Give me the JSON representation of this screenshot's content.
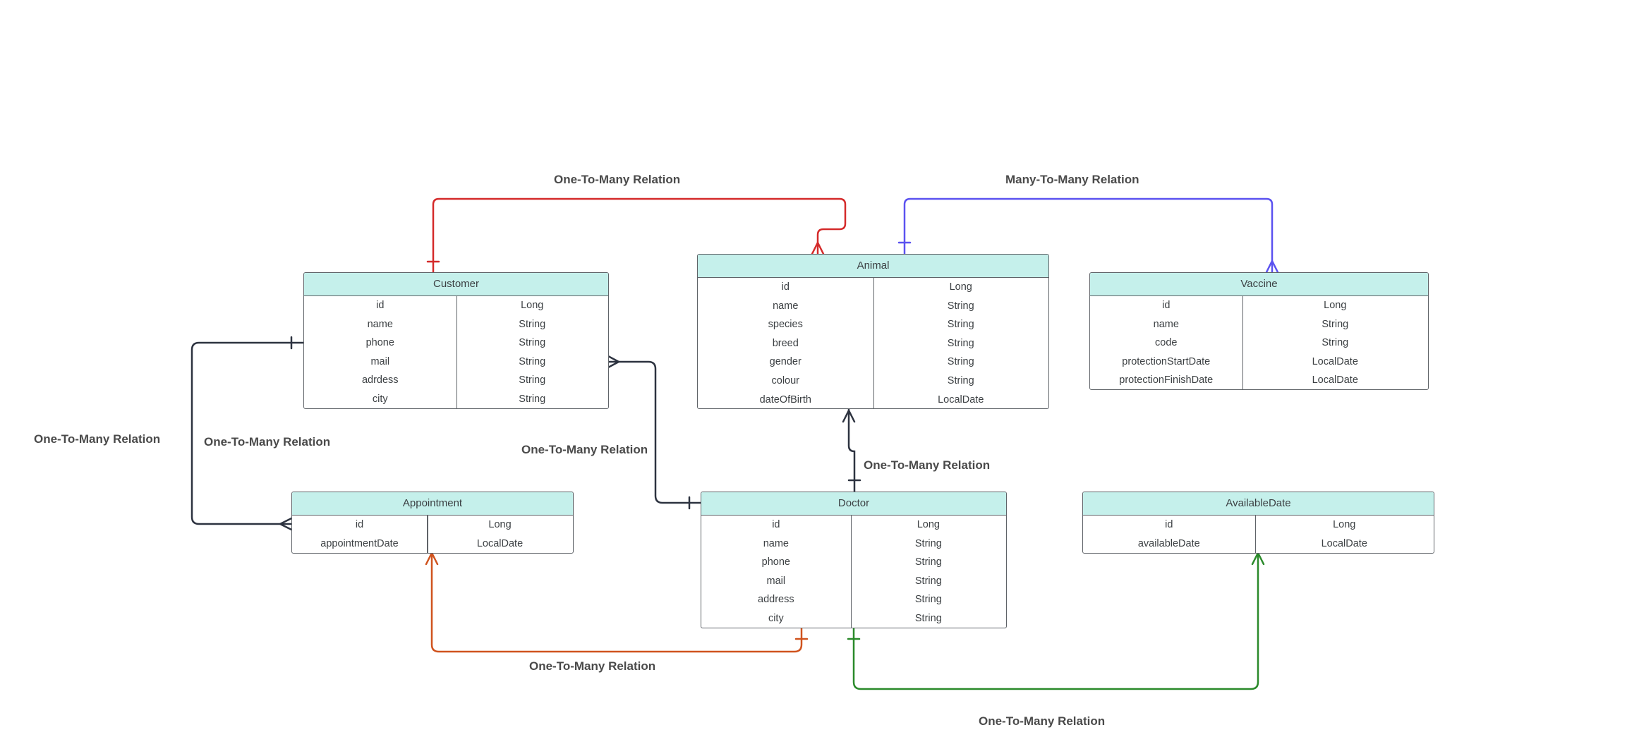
{
  "colors": {
    "header_fill": "#c5f0eb",
    "border": "#5f6368",
    "text": "#3c4043",
    "red": "#d42a2a",
    "blue": "#5b52f0",
    "dark": "#2d3340",
    "orange": "#d0531e",
    "green": "#2a8a2a"
  },
  "entities": {
    "customer": {
      "title": "Customer",
      "attributes": [
        {
          "name": "id",
          "type": "Long"
        },
        {
          "name": "name",
          "type": "String"
        },
        {
          "name": "phone",
          "type": "String"
        },
        {
          "name": "mail",
          "type": "String"
        },
        {
          "name": "adrdess",
          "type": "String"
        },
        {
          "name": "city",
          "type": "String"
        }
      ]
    },
    "animal": {
      "title": "Animal",
      "attributes": [
        {
          "name": "id",
          "type": "Long"
        },
        {
          "name": "name",
          "type": "String"
        },
        {
          "name": "species",
          "type": "String"
        },
        {
          "name": "breed",
          "type": "String"
        },
        {
          "name": "gender",
          "type": "String"
        },
        {
          "name": "colour",
          "type": "String"
        },
        {
          "name": "dateOfBirth",
          "type": "LocalDate"
        }
      ]
    },
    "vaccine": {
      "title": "Vaccine",
      "attributes": [
        {
          "name": "id",
          "type": "Long"
        },
        {
          "name": "name",
          "type": "String"
        },
        {
          "name": "code",
          "type": "String"
        },
        {
          "name": "protectionStartDate",
          "type": "LocalDate"
        },
        {
          "name": "protectionFinishDate",
          "type": "LocalDate"
        }
      ]
    },
    "appointment": {
      "title": "Appointment",
      "attributes": [
        {
          "name": "id",
          "type": "Long"
        },
        {
          "name": "appointmentDate",
          "type": "LocalDate"
        }
      ]
    },
    "doctor": {
      "title": "Doctor",
      "attributes": [
        {
          "name": "id",
          "type": "Long"
        },
        {
          "name": "name",
          "type": "String"
        },
        {
          "name": "phone",
          "type": "String"
        },
        {
          "name": "mail",
          "type": "String"
        },
        {
          "name": "address",
          "type": "String"
        },
        {
          "name": "city",
          "type": "String"
        }
      ]
    },
    "availabledate": {
      "title": "AvailableDate",
      "attributes": [
        {
          "name": "id",
          "type": "Long"
        },
        {
          "name": "availableDate",
          "type": "LocalDate"
        }
      ]
    }
  },
  "relations": {
    "customer_animal": "One-To-Many Relation",
    "animal_vaccine": "Many-To-Many Relation",
    "customer_appointment_outer": "One-To-Many Relation",
    "customer_appointment_inner": "One-To-Many Relation",
    "customer_doctor": "One-To-Many Relation",
    "animal_doctor": "One-To-Many Relation",
    "appointment_doctor": "One-To-Many Relation",
    "doctor_availabledate": "One-To-Many Relation"
  }
}
